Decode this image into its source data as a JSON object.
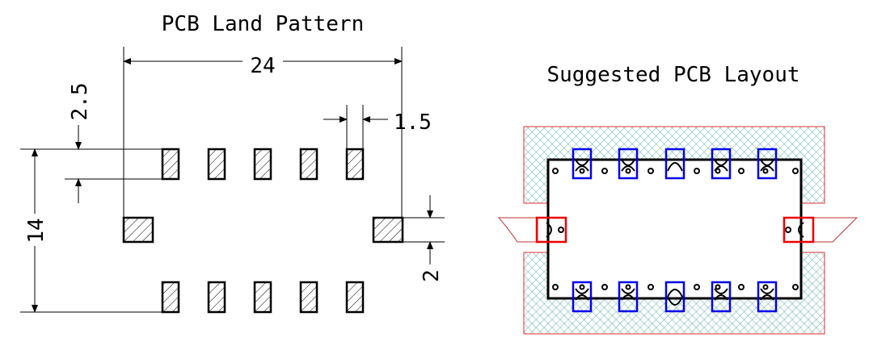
{
  "left_drawing": {
    "title": "PCB Land Pattern",
    "dimensions": {
      "width": "24",
      "height": "14",
      "pad_pitch": "2.5",
      "pad_width": "1.5",
      "side_pad_height": "2"
    }
  },
  "right_drawing": {
    "title": "Suggested PCB Layout"
  },
  "colors": {
    "line": "#000000",
    "copper_hatch": "#2f8f8f",
    "copper_outline": "#e03030",
    "pad_blue": "#0000ee",
    "pad_red": "#ee0000"
  }
}
